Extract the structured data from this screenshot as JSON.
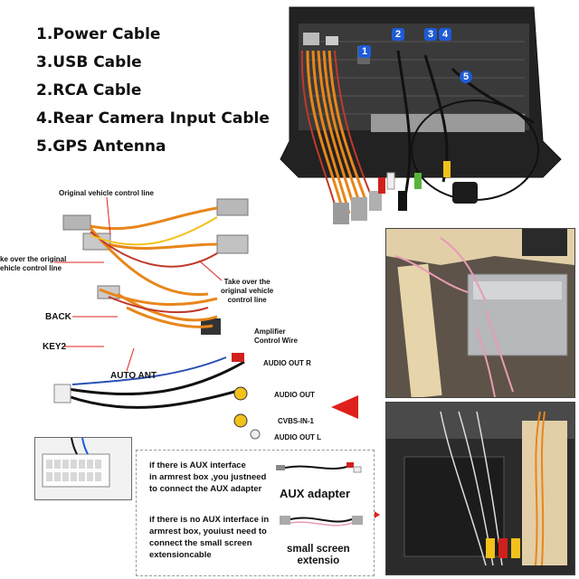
{
  "legend": [
    {
      "label": "1.Power Cable"
    },
    {
      "label": "3.USB Cable"
    },
    {
      "label": "2.RCA Cable"
    },
    {
      "label": "4.Rear Camera Input Cable"
    },
    {
      "label": "5.GPS Antenna"
    }
  ],
  "photo_badges": [
    "1",
    "2",
    "3",
    "4",
    "5"
  ],
  "harness_labels": {
    "original_control": "Original vehicle control line",
    "take_over_left": "ke over the original\nehicle control line",
    "take_over_right": "Take over the\noriginal vehicle\ncontrol line",
    "back": "BACK",
    "key2": "KEY2",
    "auto_ant": "AUTO ANT",
    "amplifier": "Amplifier\nControl Wire",
    "audio_out_r": "AUDIO OUT R",
    "audio_out": "AUDIO OUT",
    "cvbs_in": "CVBS-IN-1",
    "audio_out_l": "AUDIO OUT L"
  },
  "info_box": {
    "aux_text": "if there is AUX interface\nin armrest box ,you justneed\nto connect the AUX adapter",
    "aux_title": "AUX adapter",
    "noaux_text": "if there is no AUX interface in\narmrest box, youiust need to\nconnect the small screen\nextensioncable",
    "noaux_title": "small screen\nextensio"
  },
  "colors": {
    "orange_wire": "#e8861a",
    "red_arrow": "#e0201c",
    "badge_blue": "#1e5bd6",
    "rca_red": "#d0201c",
    "rca_yellow": "#f2c11a",
    "rca_white": "#eeeeee"
  }
}
